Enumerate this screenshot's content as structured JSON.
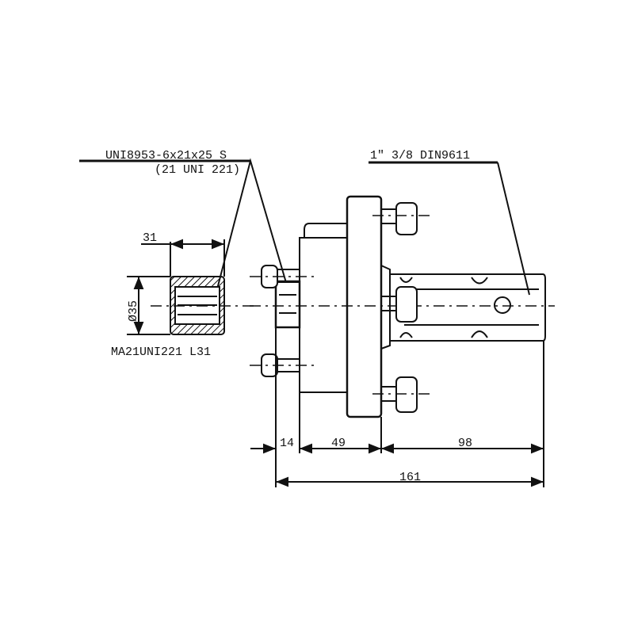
{
  "labels": {
    "spline_spec": "UNI8953-6x21x25 S",
    "spline_spec_sub": "(21 UNI 221)",
    "shaft_spec": "1\" 3/8 DIN9611",
    "sleeve_spec": "MA21UNI221 L31"
  },
  "dimensions": {
    "sleeve_length": "31",
    "sleeve_diameter": "Ø35",
    "d1": "14",
    "d2": "49",
    "d3": "98",
    "total": "161"
  }
}
